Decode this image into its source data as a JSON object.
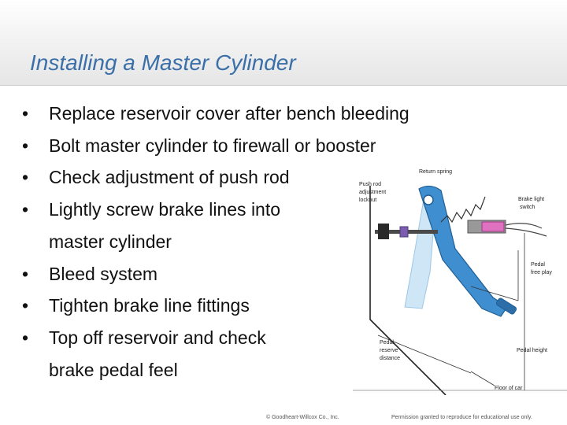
{
  "slide": {
    "title": "Installing a Master Cylinder",
    "bullets": [
      {
        "text": "Replace reservoir cover after bench bleeding"
      },
      {
        "text": "Bolt master cylinder to firewall or booster"
      },
      {
        "text": "Check adjustment of push rod"
      },
      {
        "text": "Lightly screw brake lines into"
      },
      {
        "continuation": "master cylinder"
      },
      {
        "text": "Bleed system"
      },
      {
        "text": "Tighten brake line fittings"
      },
      {
        "text": "Top off reservoir and check"
      },
      {
        "continuation": "brake pedal feel"
      }
    ],
    "bullet_glyph": "•"
  },
  "diagram": {
    "labels": {
      "return_spring": "Return spring",
      "push_rod_1": "Push rod",
      "push_rod_2": "adjustment",
      "push_rod_3": "locknut",
      "brake_light_1": "Brake light",
      "brake_light_2": "switch",
      "free_play_1": "Pedal",
      "free_play_2": "free play",
      "reserve_1": "Pedal",
      "reserve_2": "reserve",
      "reserve_3": "distance",
      "pedal_height": "Pedal height",
      "floor": "Floor of car"
    },
    "colors": {
      "pedal": "#3f8fd0",
      "pedal_ghost": "#cfe6f6",
      "switch": "#e070c0",
      "rod_nut": "#7b5cb0"
    }
  },
  "footer": {
    "copyright": "© Goodheart-Willcox Co., Inc.",
    "permission": "Permission granted to reproduce for educational use only."
  }
}
